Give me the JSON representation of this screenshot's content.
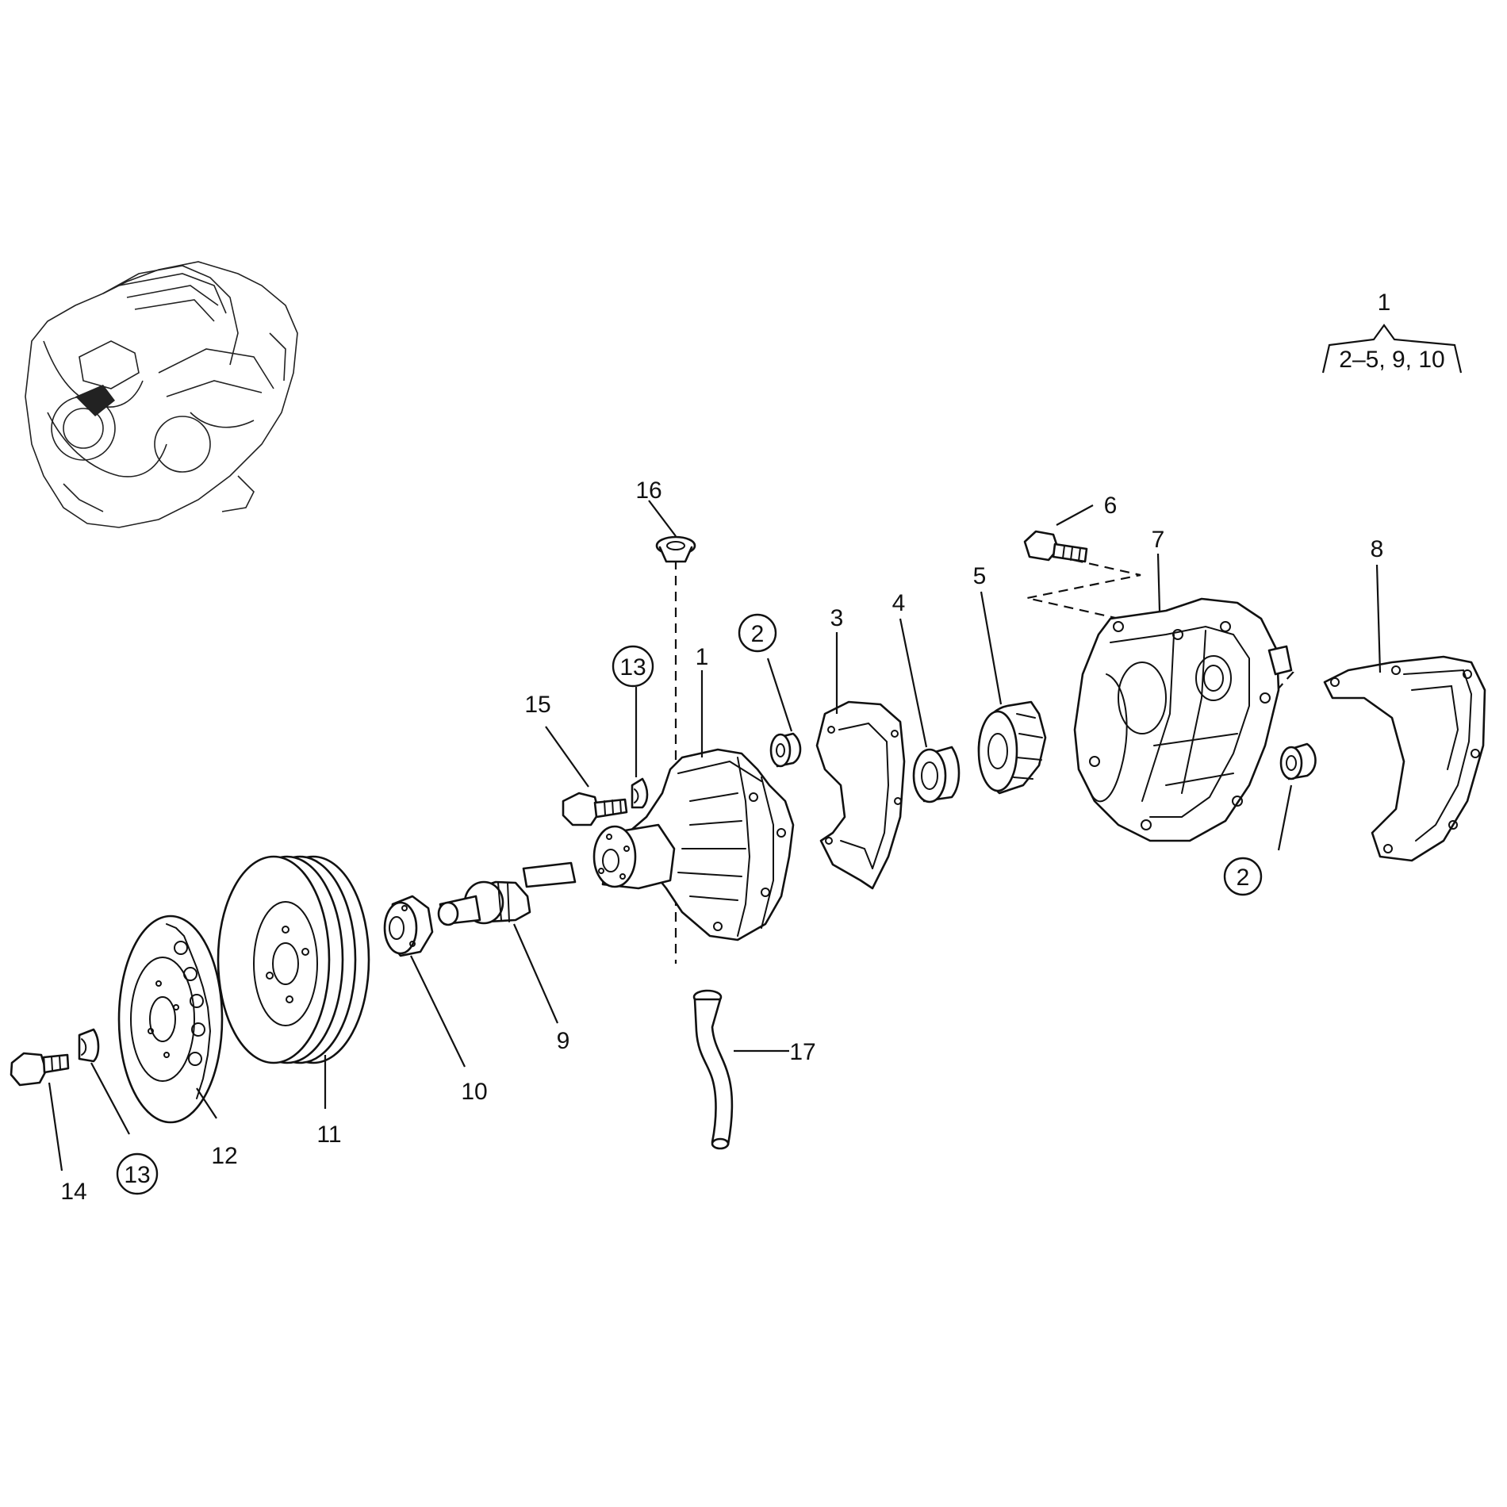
{
  "callouts": {
    "c1": "1",
    "c2a": "2",
    "c2b": "2",
    "c3": "3",
    "c4": "4",
    "c5": "5",
    "c6": "6",
    "c7": "7",
    "c8": "8",
    "c9": "9",
    "c10": "10",
    "c11": "11",
    "c12": "12",
    "c13a": "13",
    "c13b": "13",
    "c14": "14",
    "c15": "15",
    "c16": "16",
    "c17": "17"
  },
  "assembly_note": {
    "parent": "1",
    "children": "2–5, 9, 10"
  }
}
